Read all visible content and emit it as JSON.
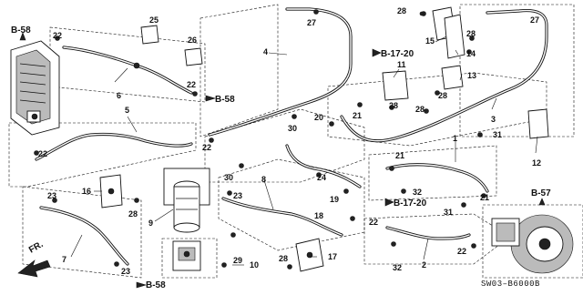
{
  "diagram_code": "SW03–B6000B",
  "front_label": "FR.",
  "refs": {
    "b58_top": "B-58",
    "b58_mid": "B-58",
    "b58_bot": "B-58",
    "b1720_top": "B-17-20",
    "b1720_bot": "B-17-20",
    "b57": "B-57"
  },
  "callouts": {
    "c1": "1",
    "c2": "2",
    "c3": "3",
    "c4": "4",
    "c5": "5",
    "c6": "6",
    "c7": "7",
    "c8": "8",
    "c9": "9",
    "c10": "10",
    "c11": "11",
    "c12": "12",
    "c13": "13",
    "c14": "14",
    "c15": "15",
    "c16": "16",
    "c17": "17",
    "c18": "18",
    "c19": "19",
    "c20": "20",
    "c21a": "21",
    "c21b": "21",
    "c21c": "21",
    "c22a": "22",
    "c22b": "22",
    "c22c": "22",
    "c22d": "22",
    "c22e": "22",
    "c22f": "22",
    "c23a": "23",
    "c23b": "23",
    "c23c": "23",
    "c24": "24",
    "c25": "25",
    "c26": "26",
    "c27a": "27",
    "c27b": "27",
    "c28a": "28",
    "c28b": "28",
    "c28c": "28",
    "c28d": "28",
    "c28e": "28",
    "c28f": "28",
    "c28g": "28",
    "c29": "29",
    "c30a": "30",
    "c30b": "30",
    "c31a": "31",
    "c31b": "31",
    "c32a": "32",
    "c32b": "32"
  }
}
